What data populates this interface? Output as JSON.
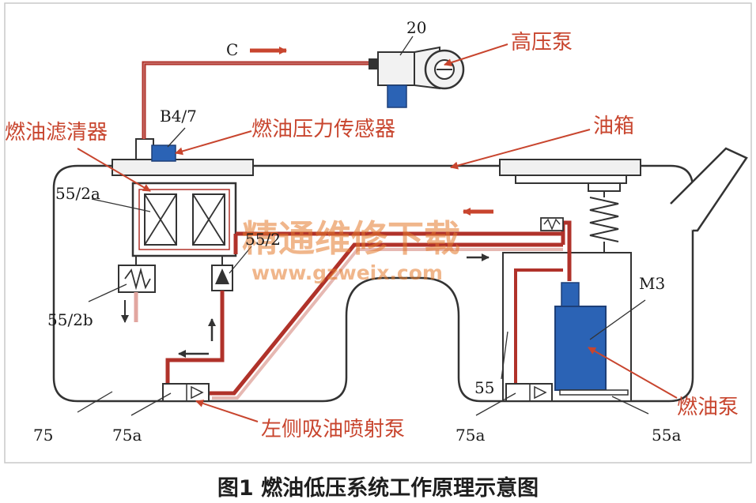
{
  "caption": "图1 燃油低压系统工作原理示意图",
  "watermark": {
    "title": "精通维修下载",
    "url": "www.gzweix.com"
  },
  "labels": {
    "c": "C",
    "n20": "20",
    "b47": "B4/7",
    "n55_2a": "55/2a",
    "n55_2": "55/2",
    "n55_2b": "55/2b",
    "m3": "M3",
    "n55": "55",
    "n75": "75",
    "n75a_left": "75a",
    "n75a_right": "75a",
    "n55a": "55a"
  },
  "callouts": {
    "high_pressure_pump": "高压泵",
    "fuel_pressure_sensor": "燃油压力传感器",
    "fuel_filter": "燃油滤清器",
    "fuel_tank": "油箱",
    "fuel_pump": "燃油泵",
    "left_jet_pump": "左侧吸油喷射泵"
  },
  "colors": {
    "fuel_line": "#b0322a",
    "callout": "#c8452e",
    "component_blue": "#2b63b5",
    "outline": "#333333",
    "watermark": "#e47a2c"
  }
}
